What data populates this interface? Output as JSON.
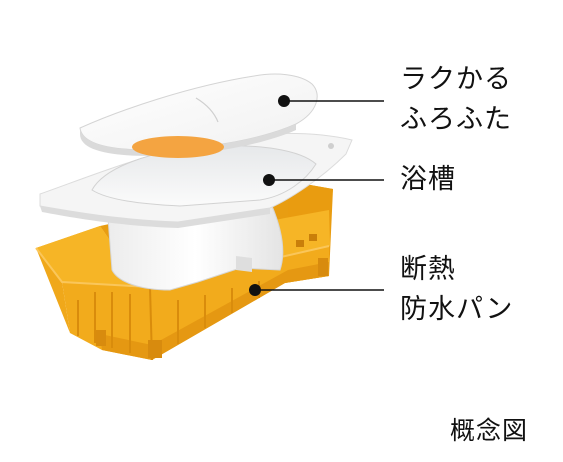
{
  "labels": {
    "lid_line1": "ラクかる",
    "lid_line2": "ふろふた",
    "tub": "浴槽",
    "pan_line1": "断熱",
    "pan_line2": "防水パン"
  },
  "caption": "概念図",
  "colors": {
    "pan_orange": "#f2ab1c",
    "lid_accent": "#f4a441",
    "leader": "#111111"
  }
}
